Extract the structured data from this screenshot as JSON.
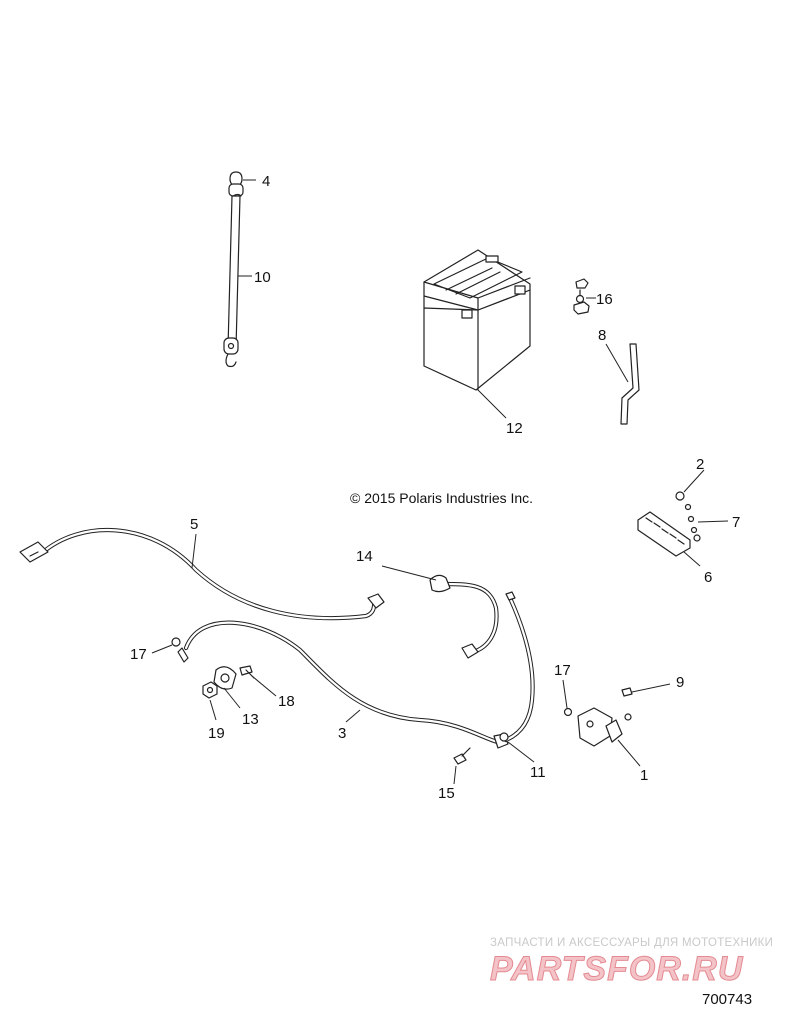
{
  "copyright": "© 2015 Polaris Industries Inc.",
  "figure_number": "700743",
  "watermark": {
    "subtitle": "ЗАПЧАСТИ И АКСЕССУАРЫ ДЛЯ МОТОТЕХНИКИ",
    "logo": "PARTSFOR.RU"
  },
  "callouts": {
    "c1": "1",
    "c2": "2",
    "c3": "3",
    "c4": "4",
    "c5": "5",
    "c6": "6",
    "c7": "7",
    "c8": "8",
    "c9": "9",
    "c10": "10",
    "c11": "11",
    "c12": "12",
    "c13": "13",
    "c14": "14",
    "c15": "15",
    "c16": "16",
    "c17a": "17",
    "c17b": "17",
    "c18": "18",
    "c19": "19"
  }
}
